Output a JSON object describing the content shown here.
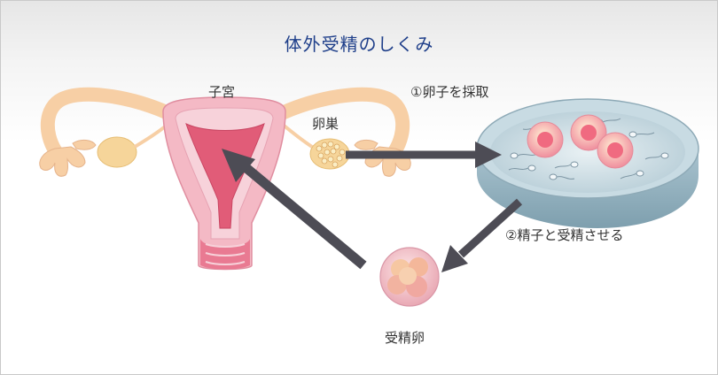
{
  "title": "体外受精のしくみ",
  "labels": {
    "uterus": "子宮",
    "ovary": "卵巣",
    "step1": "①卵子を採取",
    "step2": "②精子と受精させる",
    "fertilized_egg": "受精卵"
  },
  "colors": {
    "title": "#1f3f8a",
    "arrow": "#4d4c55",
    "uterus_pink": "#f2a9b8",
    "uterus_inner": "#e0607a",
    "skin": "#f7cfa5",
    "dish": "#b8cfd9",
    "egg": "#f4a0a8"
  }
}
